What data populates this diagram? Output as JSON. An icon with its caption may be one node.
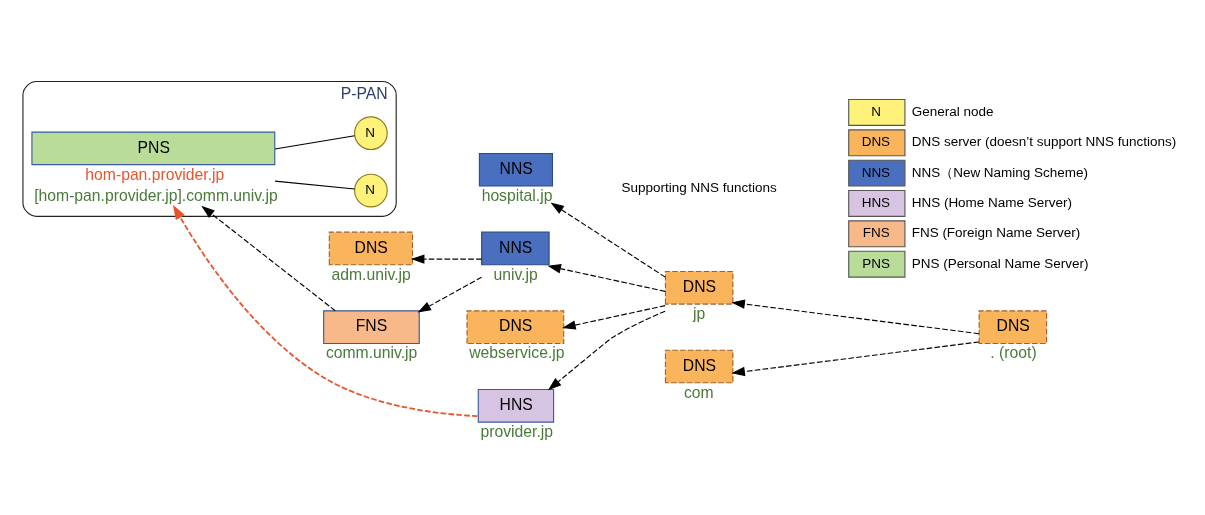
{
  "diagram": {
    "nodes": [
      {
        "text": [
          "P-PAN"
        ]
      },
      {
        "text": [
          "N"
        ],
        "in": 0
      },
      {
        "text": [
          "N"
        ],
        "in": 0
      },
      {
        "text": [
          "PNS"
        ],
        "in": 0,
        "beside": [
          "hom-pan.provider.jp",
          "[hom-pan.provider.jp].comm.univ.jp"
        ]
      },
      {
        "text": [
          "NNS"
        ],
        "beside": [
          "hospital.jp"
        ]
      },
      {
        "text": [
          "DNS"
        ],
        "beside": [
          "adm.univ.jp"
        ]
      },
      {
        "text": [
          "NNS"
        ],
        "beside": [
          "univ.jp"
        ]
      },
      {
        "text": [
          "DNS"
        ],
        "beside": [
          "jp"
        ]
      },
      {
        "text": [
          "FNS"
        ],
        "beside": [
          "comm.univ.jp"
        ]
      },
      {
        "text": [
          "DNS"
        ],
        "beside": [
          ". (root)"
        ]
      },
      {
        "text": [
          "DNS"
        ],
        "beside": [
          "webservice.jp"
        ]
      },
      {
        "text": [
          "DNS"
        ],
        "beside": [
          "com"
        ]
      },
      {
        "text": [
          "HNS"
        ],
        "beside": [
          "provider.jp"
        ]
      }
    ],
    "edges": [
      {
        "from": 1,
        "to": 3,
        "arrow": "none"
      },
      {
        "from": 2,
        "to": 3,
        "arrow": "none"
      },
      {
        "from": 7,
        "to": 4,
        "arrow": "to",
        "style": "dashed"
      },
      {
        "from": 7,
        "to": 6,
        "arrow": "to",
        "style": "dashed"
      },
      {
        "from": 6,
        "to": 5,
        "arrow": "to",
        "style": "dashed"
      },
      {
        "from": 6,
        "to": 8,
        "arrow": "to",
        "style": "dashed"
      },
      {
        "from": 8,
        "to": 3,
        "arrow": "to",
        "style": "dashed"
      },
      {
        "from": 7,
        "to": 10,
        "arrow": "to",
        "style": "dashed"
      },
      {
        "from": 7,
        "to": 12,
        "arrow": "to",
        "style": "dashed"
      },
      {
        "from": 9,
        "to": 7,
        "arrow": "to",
        "style": "dashed"
      },
      {
        "from": 9,
        "to": 11,
        "arrow": "to",
        "style": "dashed"
      },
      {
        "from": 12,
        "to": 3,
        "arrow": "to",
        "style": "dashed",
        "color": "#e8542c"
      }
    ],
    "labels": [
      "N",
      "DNS",
      "NNS",
      "HNS",
      "FNS",
      "PNS",
      "Supporting NNS functions"
    ],
    "legend": [
      {
        "text": "General node",
        "color": "#fff27a"
      },
      {
        "text": "DNS server (doesn’t support NNS functions)",
        "color": "#f9b45c"
      },
      {
        "text": "NNS（New Naming Scheme)",
        "color": "#4a6fbf"
      },
      {
        "text": "HNS (Home Name Server)",
        "color": "#d6c4e2"
      },
      {
        "text": "FNS (Foreign Name Server)",
        "color": "#f8b98a"
      },
      {
        "text": "PNS (Personal Name Server)",
        "color": "#b9dc98"
      }
    ]
  }
}
